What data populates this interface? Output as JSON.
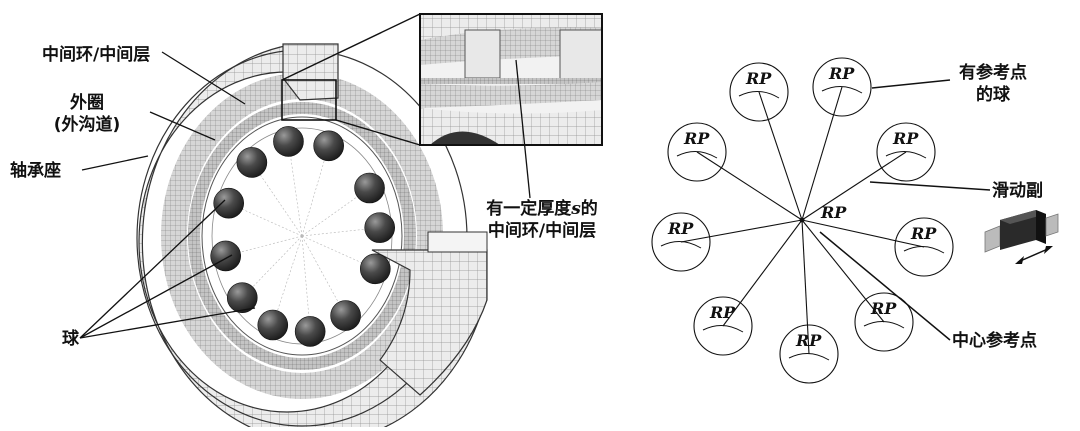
{
  "left_figure": {
    "labels": {
      "middle_ring": "中间环/中间层",
      "outer_ring_line1": "外圈",
      "outer_ring_line2": "(外沟道)",
      "housing": "轴承座",
      "ball": "球",
      "thickness_prefix": "有一定厚度",
      "thickness_var": "s",
      "thickness_suffix": "的",
      "thickness_line2": "中间环/中间层"
    }
  },
  "right_figure": {
    "labels": {
      "ball_with_rp_line1": "有参考点",
      "ball_with_rp_line2": "的球",
      "sliding_pair": "滑动副",
      "center_rp": "中心参考点"
    },
    "rp_text": "RP",
    "center_rp_text": "RP"
  },
  "colors": {
    "line": "#111111",
    "mesh": "#9a9a9a",
    "ball": "#3a3a3a",
    "housing": "#e6e6e6"
  }
}
